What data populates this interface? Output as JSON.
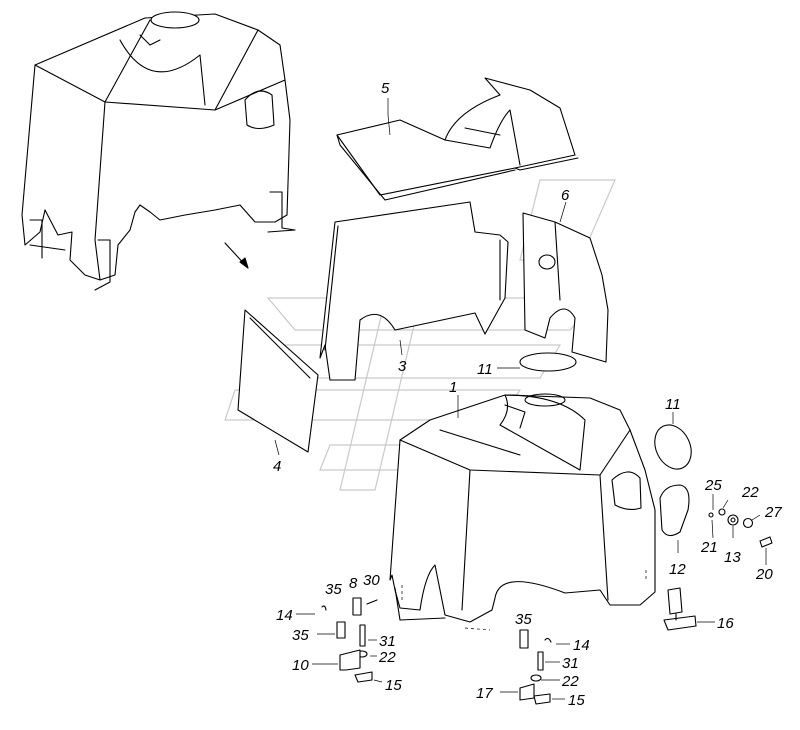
{
  "diagram": {
    "callouts": [
      {
        "id": "c5",
        "text": "5"
      },
      {
        "id": "c6",
        "text": "6"
      },
      {
        "id": "c3",
        "text": "3"
      },
      {
        "id": "c11a",
        "text": "11"
      },
      {
        "id": "c1",
        "text": "1"
      },
      {
        "id": "c4",
        "text": "4"
      },
      {
        "id": "c11b",
        "text": "11"
      },
      {
        "id": "c25",
        "text": "25"
      },
      {
        "id": "c22a",
        "text": "22"
      },
      {
        "id": "c27",
        "text": "27"
      },
      {
        "id": "c21",
        "text": "21"
      },
      {
        "id": "c13",
        "text": "13"
      },
      {
        "id": "c12",
        "text": "12"
      },
      {
        "id": "c20",
        "text": "20"
      },
      {
        "id": "c16",
        "text": "16"
      },
      {
        "id": "c35a",
        "text": "35"
      },
      {
        "id": "c8",
        "text": "8"
      },
      {
        "id": "c30",
        "text": "30"
      },
      {
        "id": "c14a",
        "text": "14"
      },
      {
        "id": "c35b",
        "text": "35"
      },
      {
        "id": "c31a",
        "text": "31"
      },
      {
        "id": "c22b",
        "text": "22"
      },
      {
        "id": "c10",
        "text": "10"
      },
      {
        "id": "c15a",
        "text": "15"
      },
      {
        "id": "c35c",
        "text": "35"
      },
      {
        "id": "c14b",
        "text": "14"
      },
      {
        "id": "c31b",
        "text": "31"
      },
      {
        "id": "c22c",
        "text": "22"
      },
      {
        "id": "c17",
        "text": "17"
      },
      {
        "id": "c15b",
        "text": "15"
      }
    ]
  }
}
